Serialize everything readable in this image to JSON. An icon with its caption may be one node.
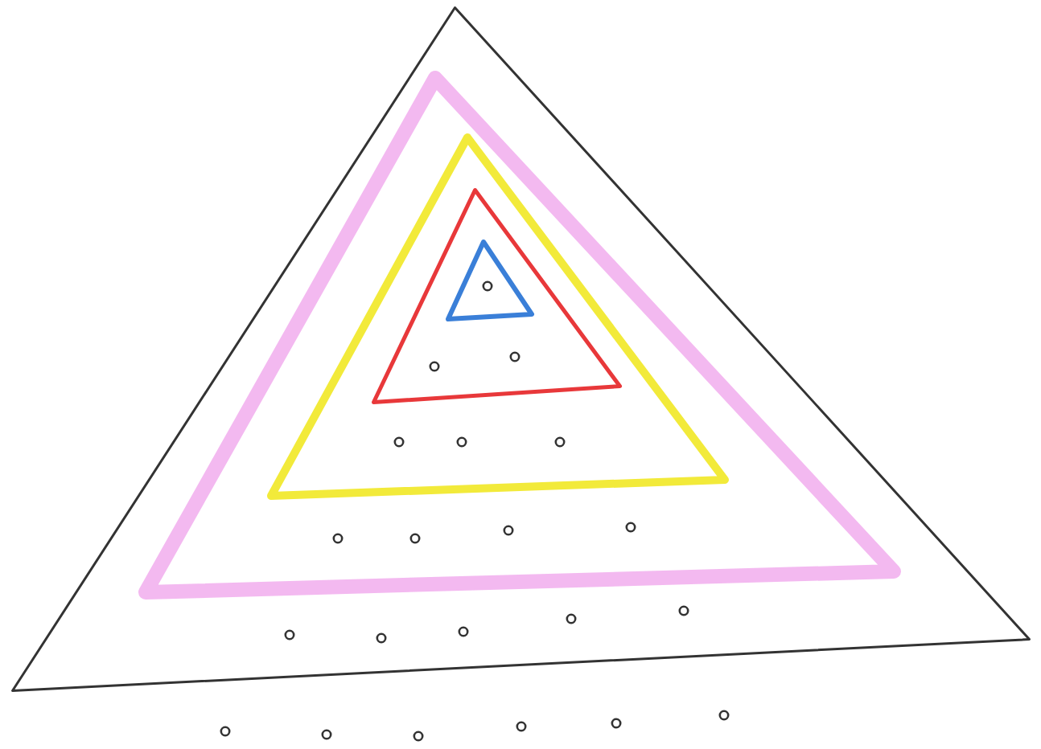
{
  "diagram": {
    "nodes": [
      {
        "text": [],
        "shape": "triangle"
      },
      {
        "text": [],
        "shape": "triangle",
        "in": 0
      },
      {
        "text": [],
        "shape": "triangle",
        "in": 1
      },
      {
        "text": [],
        "shape": "triangle",
        "in": 2
      },
      {
        "text": [],
        "shape": "triangle",
        "in": 3
      }
    ]
  }
}
